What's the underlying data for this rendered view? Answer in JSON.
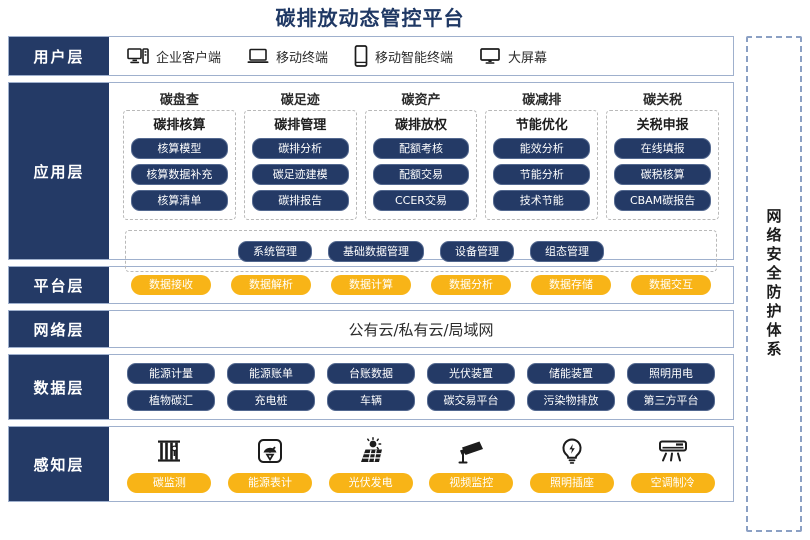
{
  "title": "碳排放动态管控平台",
  "colors": {
    "navy": "#243a66",
    "title_navy": "#1f3864",
    "yellow": "#f8b417",
    "border_blue": "#9fb0cd",
    "dashed_gray": "#b9b9b9"
  },
  "security_column": {
    "label": "网络安全防护体系"
  },
  "layers": {
    "user": {
      "label": "用户层",
      "items": [
        {
          "icon": "desktop-tower-icon",
          "label": "企业客户端"
        },
        {
          "icon": "laptop-icon",
          "label": "移动终端"
        },
        {
          "icon": "smartphone-icon",
          "label": "移动智能终端"
        },
        {
          "icon": "monitor-icon",
          "label": "大屏幕"
        }
      ]
    },
    "application": {
      "label": "应用层",
      "groups": [
        {
          "head": "碳盘查",
          "sub": "碳排核算",
          "chips": [
            "核算模型",
            "核算数据补充",
            "核算清单"
          ]
        },
        {
          "head": "碳足迹",
          "sub": "碳排管理",
          "chips": [
            "碳排分析",
            "碳足迹建模",
            "碳排报告"
          ]
        },
        {
          "head": "碳资产",
          "sub": "碳排放权",
          "chips": [
            "配额考核",
            "配额交易",
            "CCER交易"
          ]
        },
        {
          "head": "碳减排",
          "sub": "节能优化",
          "chips": [
            "能效分析",
            "节能分析",
            "技术节能"
          ]
        },
        {
          "head": "碳关税",
          "sub": "关税申报",
          "chips": [
            "在线填报",
            "碳税核算",
            "CBAM碳报告"
          ]
        }
      ],
      "common": [
        "系统管理",
        "基础数据管理",
        "设备管理",
        "组态管理"
      ]
    },
    "platform": {
      "label": "平台层",
      "items": [
        "数据接收",
        "数据解析",
        "数据计算",
        "数据分析",
        "数据存储",
        "数据交互"
      ]
    },
    "network": {
      "label": "网络层",
      "text": "公有云/私有云/局域网"
    },
    "data": {
      "label": "数据层",
      "row1": [
        "能源计量",
        "能源账单",
        "台账数据",
        "光伏装置",
        "储能装置",
        "照明用电"
      ],
      "row2": [
        "植物碳汇",
        "充电桩",
        "车辆",
        "碳交易平台",
        "污染物排放",
        "第三方平台"
      ]
    },
    "perception": {
      "label": "感知层",
      "items": [
        {
          "icon": "carbon-sensor-icon",
          "label": "碳监测"
        },
        {
          "icon": "energy-meter-icon",
          "label": "能源表计"
        },
        {
          "icon": "solar-panel-icon",
          "label": "光伏发电"
        },
        {
          "icon": "cctv-camera-icon",
          "label": "视频监控"
        },
        {
          "icon": "light-bulb-icon",
          "label": "照明插座"
        },
        {
          "icon": "air-conditioner-icon",
          "label": "空调制冷"
        }
      ]
    }
  }
}
